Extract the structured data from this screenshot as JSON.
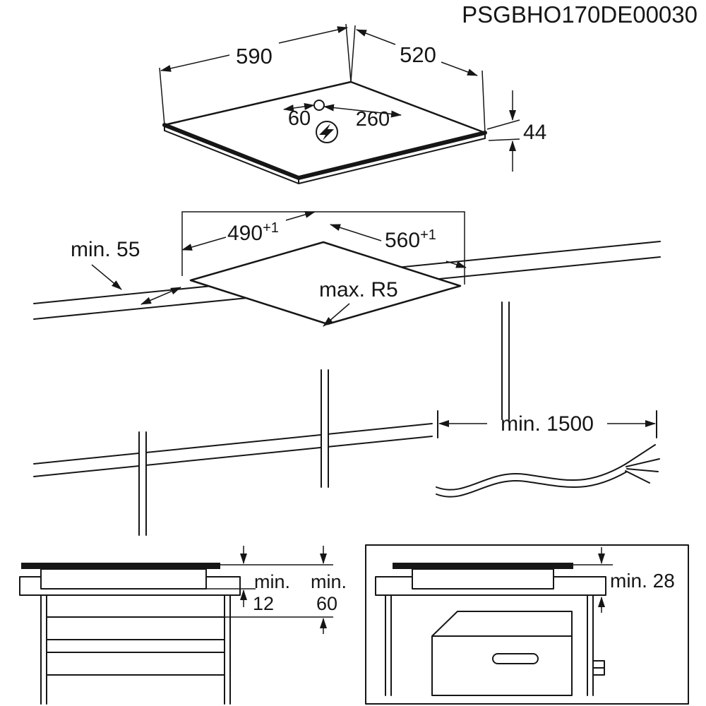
{
  "product_code": "PSGBHO170DE00030",
  "colors": {
    "line": "#161616",
    "background": "#ffffff"
  },
  "hob_view": {
    "width": "590",
    "depth": "520",
    "cord_offset": "60",
    "cord_span": "260",
    "height": "44"
  },
  "cutout_view": {
    "cutout_depth": "490",
    "cutout_depth_tol": "+1",
    "cutout_width": "560",
    "cutout_width_tol": "+1",
    "rear_clearance": "min. 55",
    "corner_radius": "max. R5"
  },
  "cable_view": {
    "cable_length": "min. 1500"
  },
  "drawer_view": {
    "gap_label_1": "min.",
    "gap_value_1": "12",
    "gap_label_2": "min.",
    "gap_value_2": "60"
  },
  "oven_view": {
    "gap": "min. 28"
  }
}
